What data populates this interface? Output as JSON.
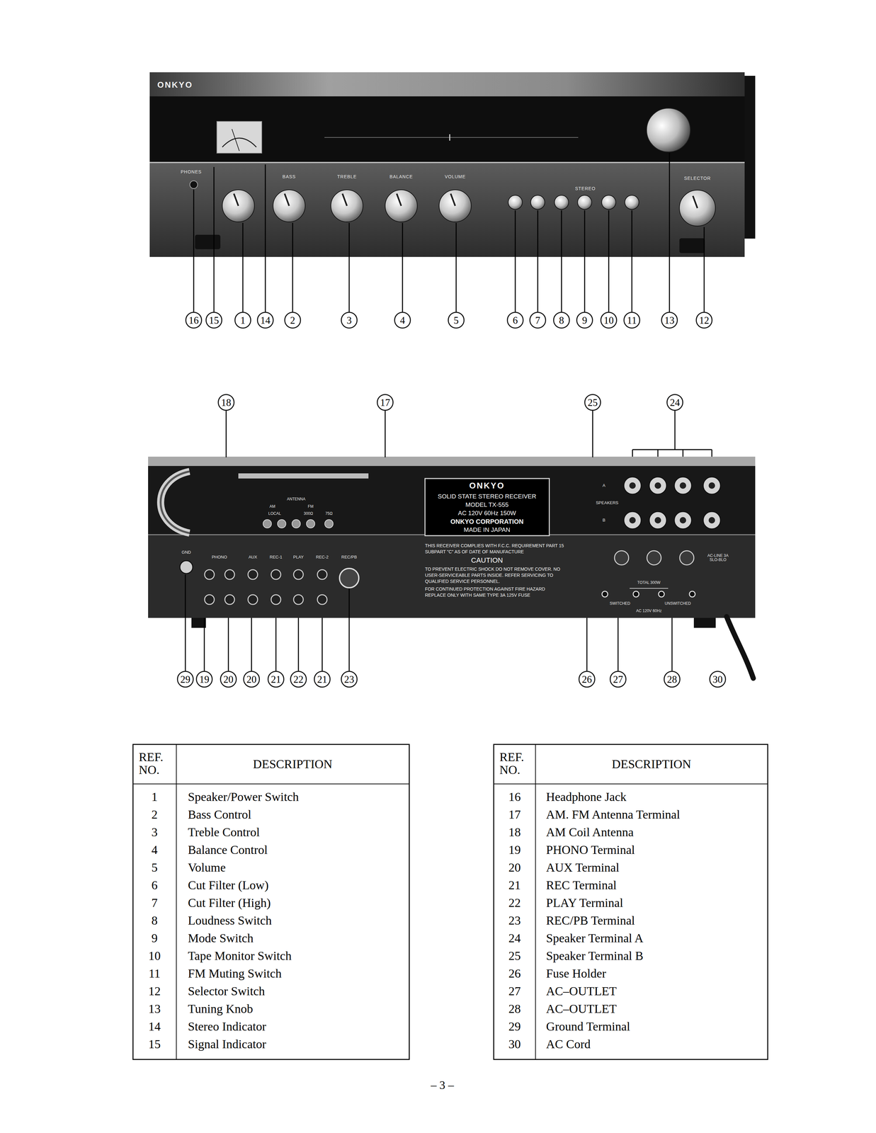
{
  "diagram": {
    "labels": [
      "16",
      "15",
      "1",
      "14",
      "2",
      "3",
      "4",
      "5",
      "6",
      "7",
      "8",
      "9",
      "10",
      "11",
      "13",
      "12",
      "18",
      "17",
      "25",
      "24",
      "29",
      "19",
      "20",
      "20",
      "21",
      "22",
      "21",
      "23",
      "26",
      "27",
      "28",
      "30",
      "ONKYO",
      "PHONES",
      "BASS",
      "TREBLE",
      "BALANCE",
      "VOLUME",
      "STEREO",
      "SELECTOR",
      "ONKYO",
      "SOLID STATE STEREO RECEIVER",
      "MODEL TX-555",
      "AC 120V 60Hz 150W",
      "ONKYO CORPORATION",
      "MADE IN JAPAN",
      "THIS RECEIVER COMPLIES WITH F.C.C. REQUIREMENT PART 15 SUBPART \"C\" AS OF DATE OF MANUFACTURE",
      "CAUTION",
      "TO PREVENT ELECTRIC SHOCK DO NOT REMOVE COVER. NO USER-SERVICEABLE PARTS INSIDE. REFER SERVICING TO QUALIFIED SERVICE PERSONNEL.",
      "FOR CONTINUED PROTECTION AGAINST FIRE HAZARD REPLACE ONLY WITH SAME TYPE 3A 125V FUSE",
      "ANTENNA",
      "AM",
      "FM",
      "LOCAL",
      "300Ω",
      "75Ω",
      "GND",
      "PHONO",
      "AUX",
      "REC-1",
      "PLAY",
      "REC-2",
      "REC/PB",
      "A",
      "SPEAKERS",
      "B",
      "AC-LINE 3A SLO-BLO",
      "TOTAL 300W",
      "SWITCHED",
      "UNSWITCHED",
      "AC 120V 60Hz",
      "REF. NO.",
      "DESCRIPTION",
      "1",
      "Speaker/Power Switch",
      "2",
      "Bass Control",
      "3",
      "Treble Control",
      "4",
      "Balance Control",
      "5",
      "Volume",
      "6",
      "Cut Filter (Low)",
      "7",
      "Cut Filter (High)",
      "8",
      "Loudness Switch",
      "9",
      "Mode Switch",
      "10",
      "Tape Monitor Switch",
      "11",
      "FM Muting Switch",
      "12",
      "Selector Switch",
      "13",
      "Tuning Knob",
      "14",
      "Stereo Indicator",
      "15",
      "Signal Indicator",
      "REF. NO.",
      "DESCRIPTION",
      "16",
      "Headphone Jack",
      "17",
      "AM. FM Antenna Terminal",
      "18",
      "AM Coil Antenna",
      "19",
      "PHONO Terminal",
      "20",
      "AUX Terminal",
      "21",
      "REC Terminal",
      "22",
      "PLAY Terminal",
      "23",
      "REC/PB Terminal",
      "24",
      "Speaker Terminal A",
      "25",
      "Speaker Terminal B",
      "26",
      "Fuse Holder",
      "27",
      "AC–OUTLET",
      "28",
      "AC–OUTLET",
      "29",
      "Ground Terminal",
      "30",
      "AC Cord",
      "– 3 –"
    ]
  }
}
